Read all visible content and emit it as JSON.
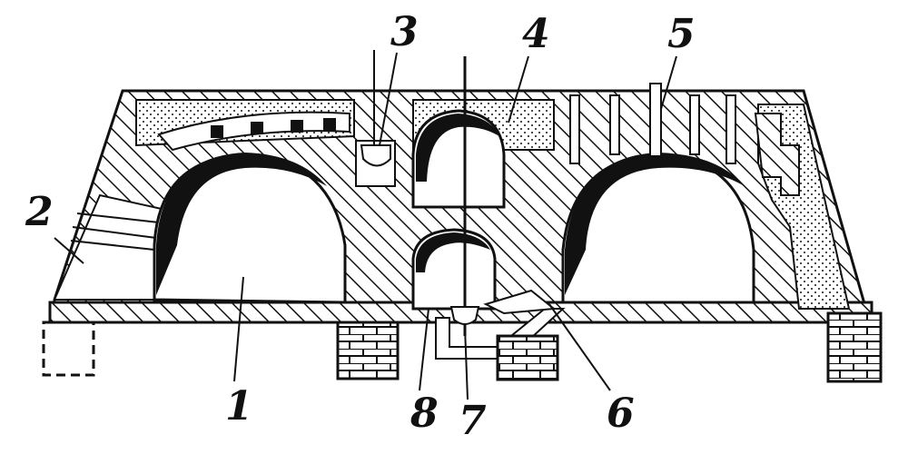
{
  "labels": [
    {
      "id": "1",
      "text": "1"
    },
    {
      "id": "2",
      "text": "2"
    },
    {
      "id": "3",
      "text": "3"
    },
    {
      "id": "4",
      "text": "4"
    },
    {
      "id": "5",
      "text": "5"
    },
    {
      "id": "6",
      "text": "6"
    },
    {
      "id": "7",
      "text": "7"
    },
    {
      "id": "8",
      "text": "8"
    }
  ],
  "colors": {
    "ink": "#111111",
    "paper": "#ffffff"
  }
}
